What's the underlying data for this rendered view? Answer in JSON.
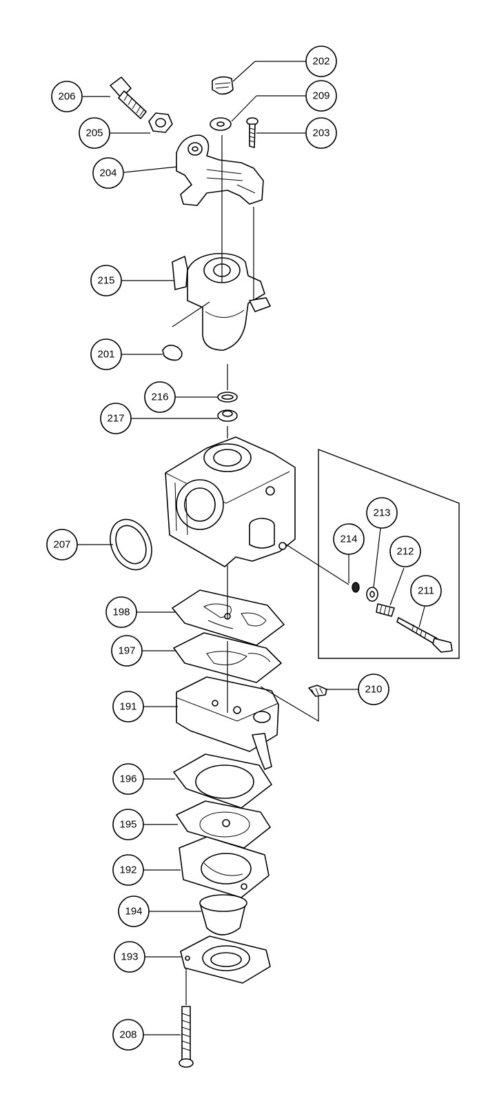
{
  "diagram": {
    "type": "exploded-parts-diagram",
    "part_labels": {
      "p191": "191",
      "p192": "192",
      "p193": "193",
      "p194": "194",
      "p195": "195",
      "p196": "196",
      "p197": "197",
      "p198": "198",
      "p201": "201",
      "p202": "202",
      "p203": "203",
      "p204": "204",
      "p205": "205",
      "p206": "206",
      "p207": "207",
      "p208": "208",
      "p209": "209",
      "p210": "210",
      "p211": "211",
      "p212": "212",
      "p213": "213",
      "p214": "214",
      "p215": "215",
      "p216": "216",
      "p217": "217"
    }
  }
}
